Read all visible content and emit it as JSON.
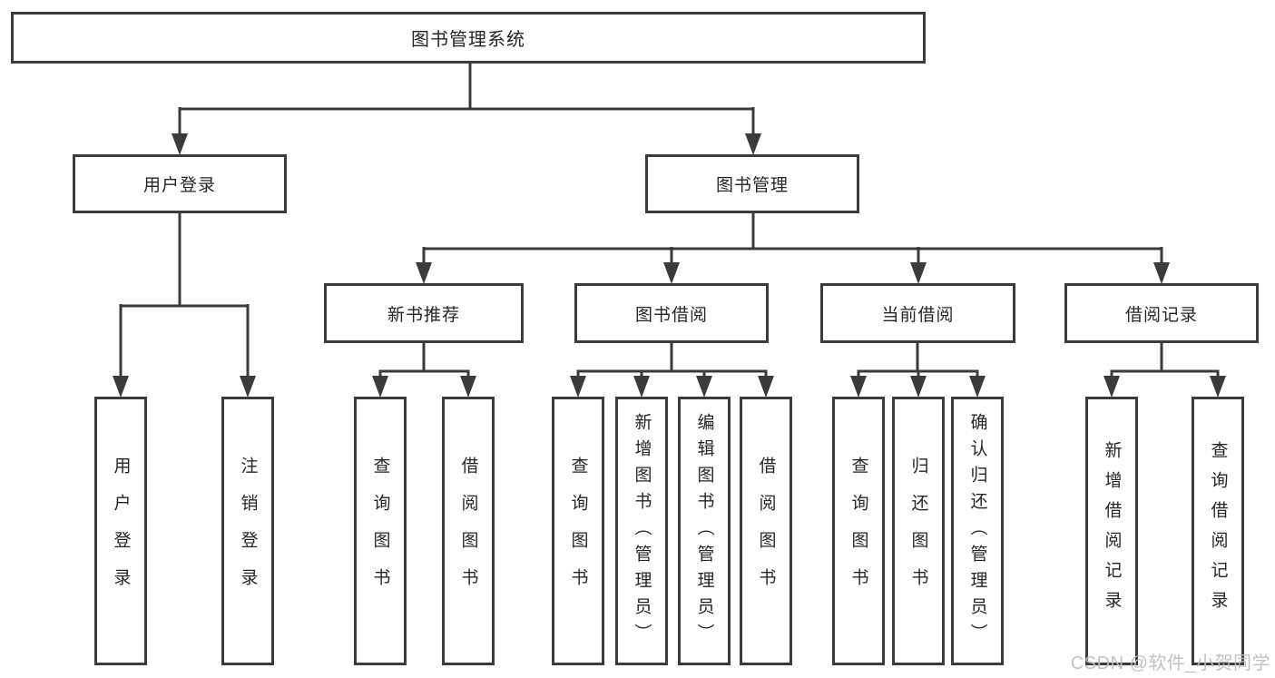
{
  "diagram": {
    "root": {
      "label": "图书管理系统"
    },
    "level2": [
      {
        "id": "user-login",
        "label": "用户登录"
      },
      {
        "id": "book-management",
        "label": "图书管理"
      }
    ],
    "level3": [
      {
        "id": "new-book-recommend",
        "label": "新书推荐"
      },
      {
        "id": "book-borrow",
        "label": "图书借阅"
      },
      {
        "id": "current-borrow",
        "label": "当前借阅"
      },
      {
        "id": "borrow-record",
        "label": "借阅记录"
      }
    ],
    "leaves": [
      {
        "parent": "用户登录",
        "label": "用户登录"
      },
      {
        "parent": "用户登录",
        "label": "注销登录"
      },
      {
        "parent": "新书推荐",
        "label": "查询图书"
      },
      {
        "parent": "新书推荐",
        "label": "借阅图书"
      },
      {
        "parent": "图书借阅",
        "label": "查询图书"
      },
      {
        "parent": "图书借阅",
        "label": "新增图书（管理员）"
      },
      {
        "parent": "图书借阅",
        "label": "编辑图书（管理员）"
      },
      {
        "parent": "图书借阅",
        "label": "借阅图书"
      },
      {
        "parent": "当前借阅",
        "label": "查询图书"
      },
      {
        "parent": "当前借阅",
        "label": "归还图书"
      },
      {
        "parent": "当前借阅",
        "label": "确认归还（管理员）"
      },
      {
        "parent": "借阅记录",
        "label": "新增借阅记录"
      },
      {
        "parent": "借阅记录",
        "label": "查询借阅记录"
      }
    ]
  },
  "watermark": {
    "text": "CSDN @软件_小贺同学"
  },
  "colors": {
    "line": "#3b3b3b",
    "text": "#262626",
    "background": "#ffffff",
    "watermark": "#bfbfbf"
  }
}
